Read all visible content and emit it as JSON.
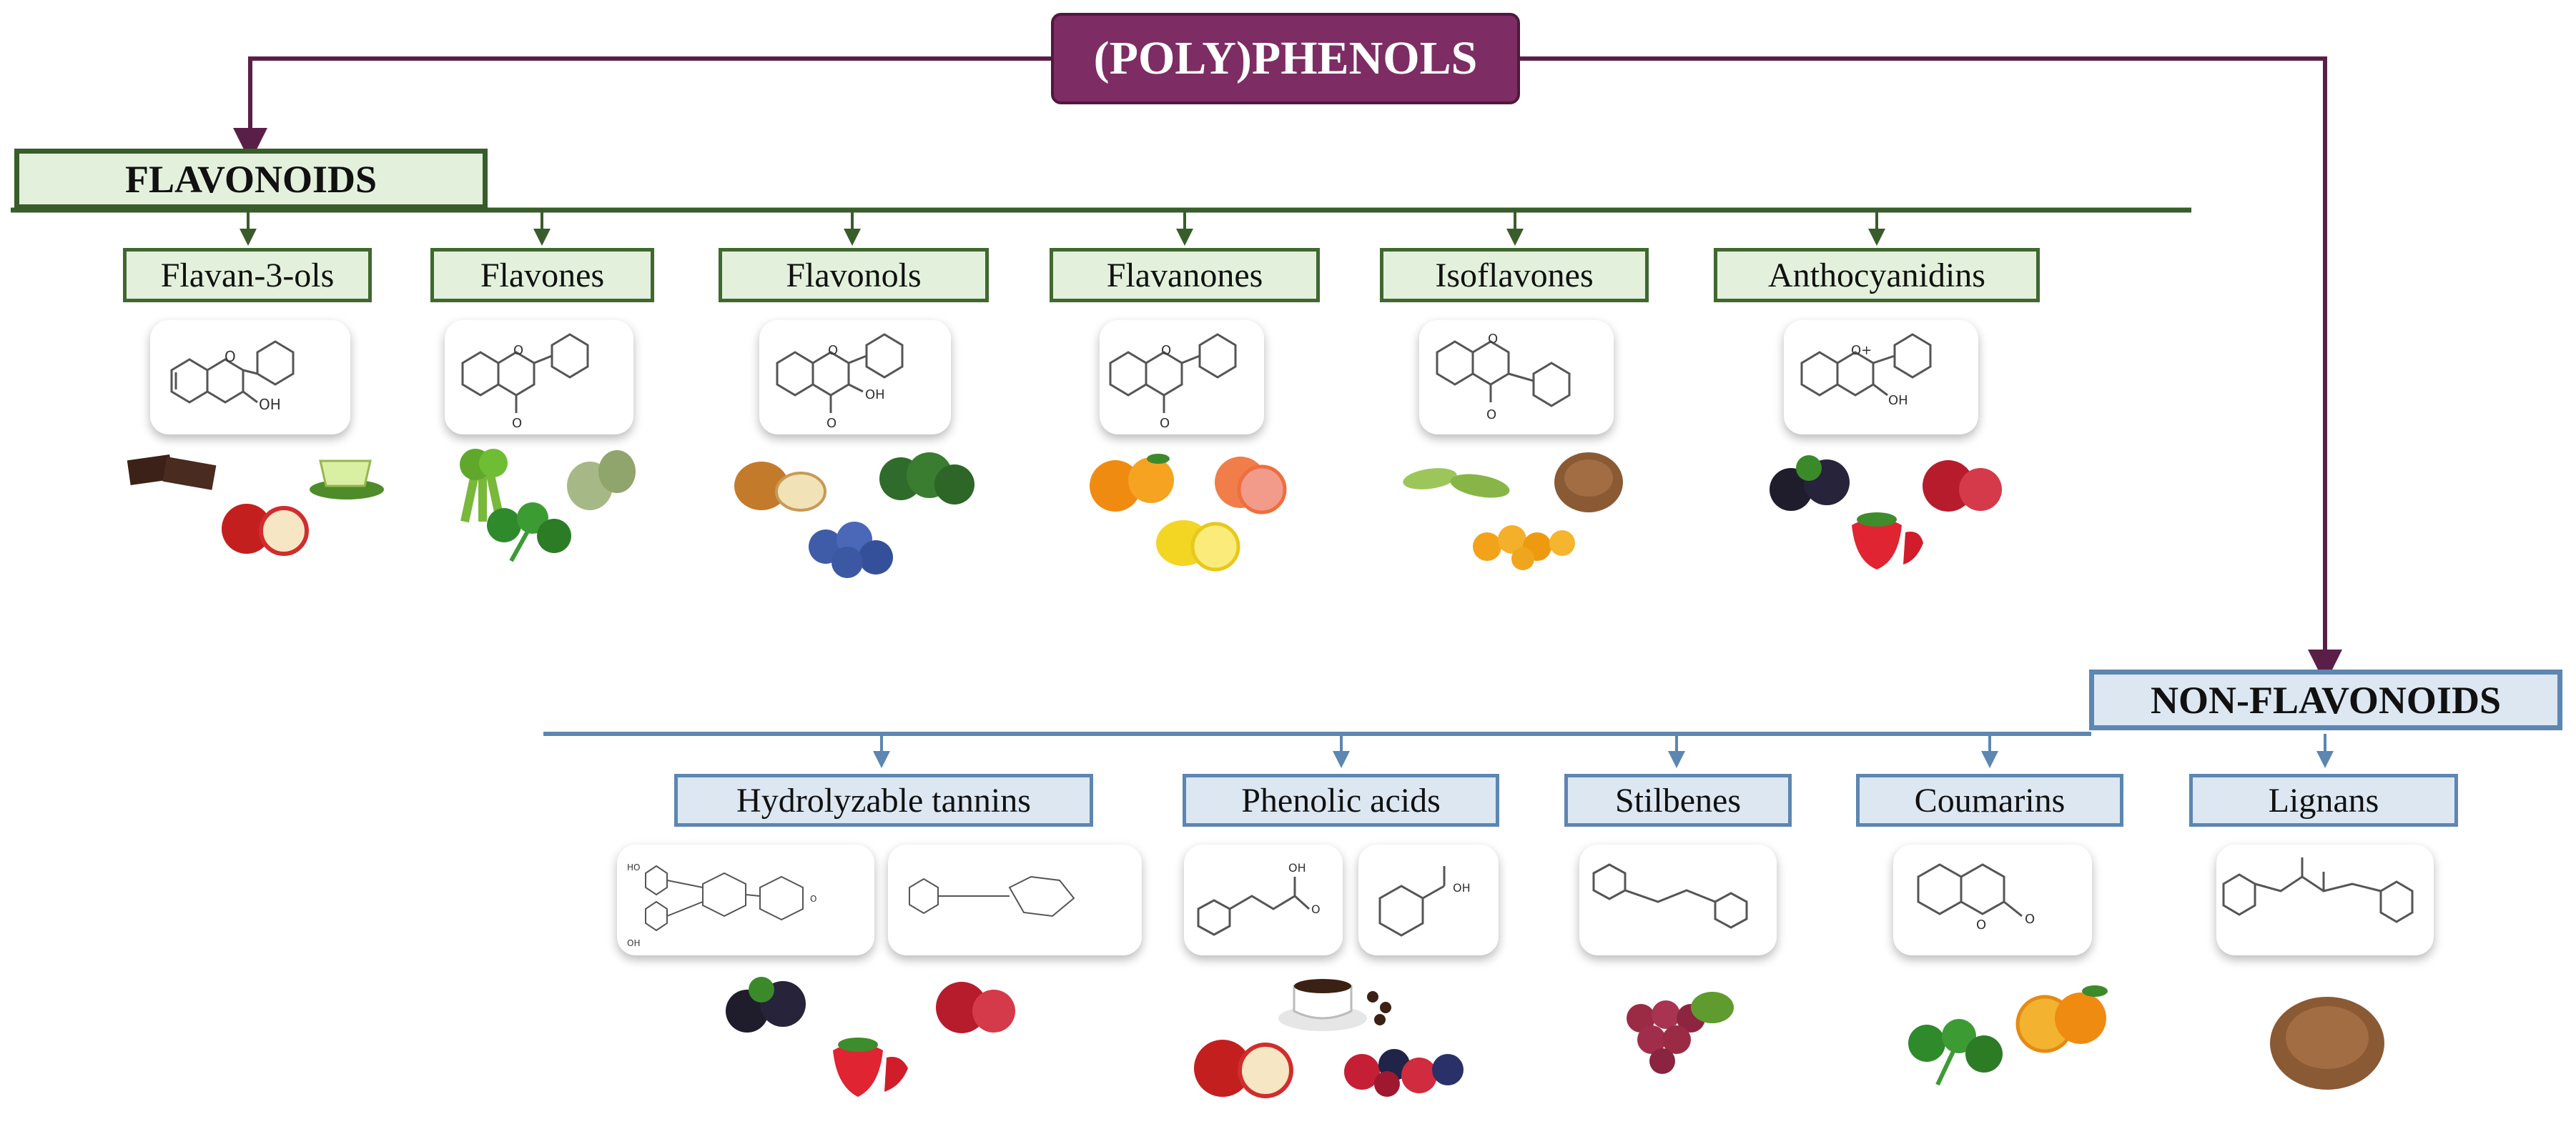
{
  "root": {
    "label": "(POLY)PHENOLS"
  },
  "flavonoids": {
    "label": "FLAVONOIDS",
    "subclasses": [
      {
        "label": "Flavan-3-ols",
        "molecule": "flavan-3-ol-structure",
        "structure_labels": [
          "O",
          "OH"
        ],
        "foods": [
          "dark-chocolate",
          "green-tea",
          "apple"
        ]
      },
      {
        "label": "Flavones",
        "molecule": "flavone-structure",
        "structure_labels": [
          "O",
          "O"
        ],
        "foods": [
          "celery",
          "artichoke",
          "parsley"
        ]
      },
      {
        "label": "Flavonols",
        "molecule": "flavonol-structure",
        "structure_labels": [
          "O",
          "OH",
          "O"
        ],
        "foods": [
          "onion",
          "broccoli",
          "blueberries"
        ]
      },
      {
        "label": "Flavanones",
        "molecule": "flavanone-structure",
        "structure_labels": [
          "O",
          "O"
        ],
        "foods": [
          "orange",
          "grapefruit",
          "lemon"
        ]
      },
      {
        "label": "Isoflavones",
        "molecule": "isoflavone-structure",
        "structure_labels": [
          "O",
          "O"
        ],
        "foods": [
          "soybeans",
          "flaxseed",
          "soy-beans-yellow"
        ]
      },
      {
        "label": "Anthocyanidins",
        "molecule": "anthocyanidin-structure",
        "structure_labels": [
          "O+",
          "OH"
        ],
        "foods": [
          "blackberries",
          "pomegranate",
          "strawberry"
        ]
      }
    ]
  },
  "non_flavonoids": {
    "label": "NON-FLAVONOIDS",
    "subclasses": [
      {
        "label": "Hydrolyzable tannins",
        "molecule": "tannin-structures",
        "structure_labels": [
          "HO",
          "OH",
          "O"
        ],
        "foods": [
          "blackberries",
          "pomegranate",
          "strawberry"
        ]
      },
      {
        "label": "Phenolic acids",
        "molecule": "phenolic-acid-structures",
        "structure_labels": [
          "OH",
          "O"
        ],
        "foods": [
          "coffee",
          "apple",
          "mixed-berries"
        ]
      },
      {
        "label": "Stilbenes",
        "molecule": "stilbene-structure",
        "structure_labels": [],
        "foods": [
          "red-grapes"
        ]
      },
      {
        "label": "Coumarins",
        "molecule": "coumarin-structure",
        "structure_labels": [
          "O",
          "O"
        ],
        "foods": [
          "parsley",
          "orange"
        ]
      },
      {
        "label": "Lignans",
        "molecule": "lignan-structure",
        "structure_labels": [],
        "foods": [
          "flaxseed"
        ]
      }
    ]
  },
  "colors": {
    "root_fill": "#7d2d63",
    "root_line": "#5a1f48",
    "flavonoid_fill": "#e3f1dc",
    "flavonoid_line": "#385d2b",
    "nonflavonoid_fill": "#dce7f2",
    "nonflavonoid_line": "#5d86b1"
  }
}
